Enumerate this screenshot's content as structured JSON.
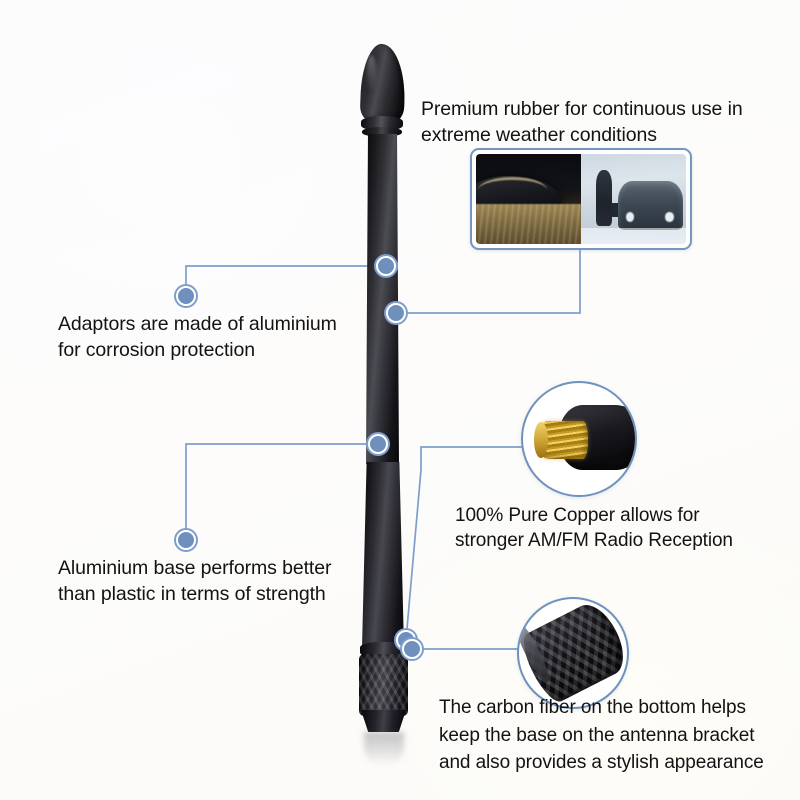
{
  "product": {
    "name": "car-radio-antenna",
    "description": "Black rubber car antenna with aluminium adaptors and carbon fiber base"
  },
  "theme": {
    "background": "#fbfbfc",
    "text_color": "#131313",
    "connector_line": "#7d9ecb",
    "dot_fill": "#6f8fbd",
    "inset_border": "#7596bf",
    "copper_gold": "#d9ae36",
    "rubber_black": "#15151a"
  },
  "callouts": [
    {
      "id": "premium-rubber",
      "text": "Premium rubber for continuous use in\nextreme weather conditions"
    },
    {
      "id": "aluminium-adaptors",
      "text": "Adaptors are made of aluminium\nfor corrosion protection"
    },
    {
      "id": "pure-copper",
      "text": "100% Pure Copper allows for\nstronger AM/FM Radio Reception"
    },
    {
      "id": "aluminium-base",
      "text": "Aluminium base performs better\nthan plastic in terms of strength"
    },
    {
      "id": "carbon-fiber",
      "text": "The carbon fiber on the bottom helps\nkeep the base on the antenna bracket\nand also provides a stylish appearance"
    }
  ],
  "insets": [
    {
      "id": "weather-photo",
      "kind": "dual-photo",
      "left_scene": "car driving through muddy flood water",
      "right_scene": "person walking beside snow covered car in blizzard"
    },
    {
      "id": "copper-connector-photo",
      "kind": "circle-photo",
      "scene": "gold threaded copper screw connector on black antenna base"
    },
    {
      "id": "carbon-fiber-photo",
      "kind": "circle-photo",
      "scene": "carbon fiber woven tube end of antenna base"
    }
  ]
}
